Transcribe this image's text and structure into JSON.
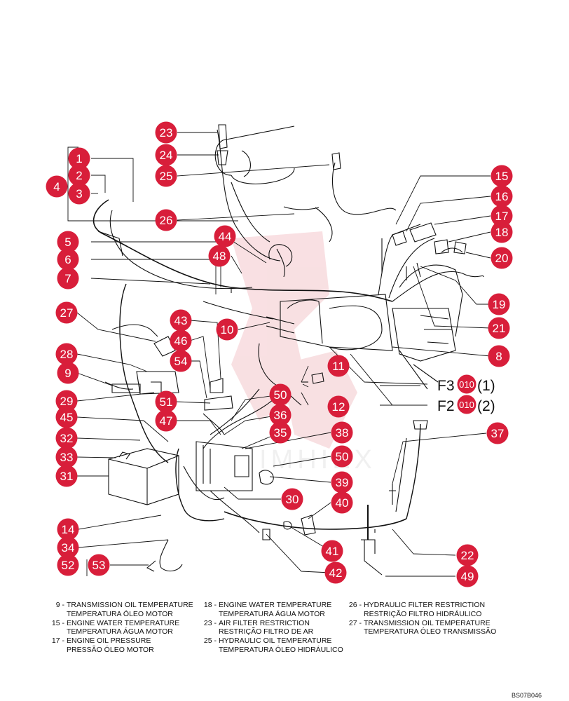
{
  "callouts": [
    "1",
    "2",
    "3",
    "4",
    "5",
    "6",
    "7",
    "8",
    "9",
    "10",
    "11",
    "12",
    "14",
    "15",
    "16",
    "17",
    "18",
    "19",
    "20",
    "21",
    "22",
    "23",
    "24",
    "25",
    "26",
    "27",
    "28",
    "29",
    "30",
    "31",
    "32",
    "33",
    "34",
    "35",
    "36",
    "37",
    "38",
    "39",
    "40",
    "41",
    "42",
    "43",
    "44",
    "45",
    "46",
    "47",
    "48",
    "49",
    "50",
    "51",
    "52",
    "53",
    "54"
  ],
  "figure_labels": {
    "f3": {
      "code": "F3",
      "num": "010",
      "suffix": "(1)"
    },
    "f2": {
      "code": "F2",
      "num": "010",
      "suffix": "(2)"
    }
  },
  "legend": [
    [
      {
        "num": "9 -",
        "en": "TRANSMISSION OIL TEMPERATURE",
        "pt": "TEMPERATURA ÓLEO MOTOR"
      },
      {
        "num": "15 -",
        "en": "ENGINE WATER TEMPERATURE",
        "pt": "TEMPERATURA ÁGUA MOTOR"
      },
      {
        "num": "17 -",
        "en": "ENGINE OIL PRESSURE",
        "pt": "PRESSÃO ÓLEO MOTOR"
      }
    ],
    [
      {
        "num": "18 -",
        "en": "ENGINE WATER TEMPERATURE",
        "pt": "TEMPERATURA ÁGUA MOTOR"
      },
      {
        "num": "23 -",
        "en": "AIR FILTER RESTRICTION",
        "pt": "RESTRIÇÃO FILTRO DE AR"
      },
      {
        "num": "25 -",
        "en": "HYDRAULIC OIL TEMPERATURE",
        "pt": "TEMPERATURA ÓLEO HIDRÁULICO"
      }
    ],
    [
      {
        "num": "26 -",
        "en": "HYDRAULIC FILTER RESTRICTION",
        "pt": "RESTRIÇÃO FILTRO HIDRÁULICO"
      },
      {
        "num": "27 -",
        "en": "TRANSMISSION OIL TEMPERATURE",
        "pt": "TEMPERATURA ÓLEO TRANSMISSÃO"
      }
    ]
  ],
  "page_code": "BS07B046",
  "colors": {
    "callout": "#d81e3a",
    "line": "#111111",
    "watermark": "#f4c7cc"
  }
}
